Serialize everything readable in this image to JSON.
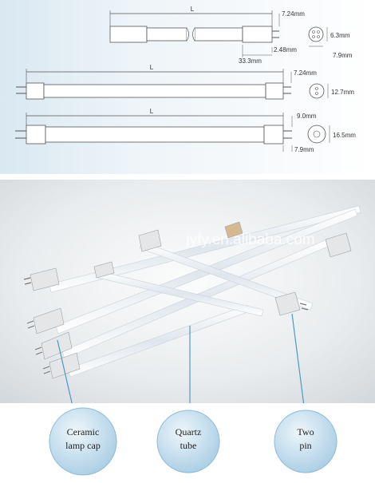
{
  "diagram": {
    "lamp1": {
      "length_label": "L",
      "pin_spacing": "7.24mm",
      "pin_offset": "2.48mm",
      "cap_length": "33.3mm",
      "face_height": "6.3mm",
      "face_width": "7.9mm"
    },
    "lamp2": {
      "length_label": "L",
      "pin_spacing": "7.24mm",
      "face_diameter": "12.7mm"
    },
    "lamp3": {
      "length_label": "L",
      "pin_spacing": "9.0mm",
      "face_diameter": "16.5mm",
      "pin_offset": "7.9mm"
    }
  },
  "watermark": "jyfy.en.alibaba.com",
  "callouts": [
    {
      "line1": "Ceramic",
      "line2": "lamp cap"
    },
    {
      "line1": "Quartz",
      "line2": "tube"
    },
    {
      "line1": "Two",
      "line2": "pin"
    }
  ]
}
